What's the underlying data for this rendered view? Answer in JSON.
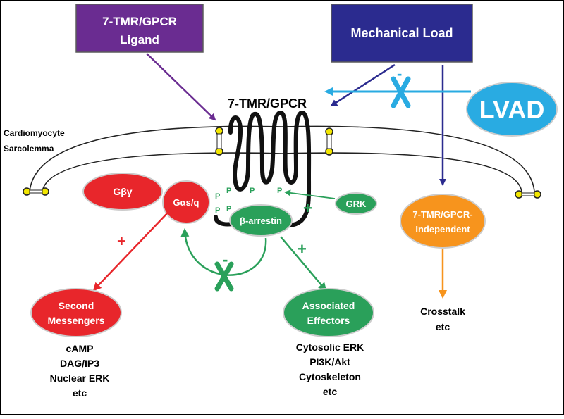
{
  "boxes": {
    "ligand": {
      "line1": "7-TMR/GPCR",
      "line2": "Ligand",
      "color": "#6a2c91"
    },
    "mechanical_load": {
      "label": "Mechanical Load",
      "color": "#2b2b8f"
    }
  },
  "lvad": {
    "label": "LVAD",
    "color": "#29abe2"
  },
  "receptor_label": "7-TMR/GPCR",
  "membrane_label": {
    "line1": "Cardiomyocyte",
    "line2": "Sarcolemma"
  },
  "nodes": {
    "gbg": {
      "label": "Gβγ",
      "color": "#e8262b"
    },
    "gas": {
      "label": "Gαs/q",
      "color": "#e8262b"
    },
    "barrestin": {
      "label": "β-arrestin",
      "color": "#2aa05a"
    },
    "grk": {
      "label": "GRK",
      "color": "#2aa05a"
    },
    "independent": {
      "line1": "7-TMR/GPCR-",
      "line2": "Independent",
      "color": "#f7941d"
    },
    "second_messengers": {
      "line1": "Second",
      "line2": "Messengers",
      "color": "#e8262b"
    },
    "associated_effectors": {
      "line1": "Associated",
      "line2": "Effectors",
      "color": "#2aa05a"
    }
  },
  "phospho_label": "P",
  "signs": {
    "plus": "+",
    "minus": "-"
  },
  "lists": {
    "second_messengers": [
      "cAMP",
      "DAG/IP3",
      "Nuclear ERK",
      "etc"
    ],
    "associated_effectors": [
      "Cytosolic ERK",
      "PI3K/Akt",
      "Cytoskeleton",
      "etc"
    ],
    "independent": [
      "Crosstalk",
      "etc"
    ]
  }
}
